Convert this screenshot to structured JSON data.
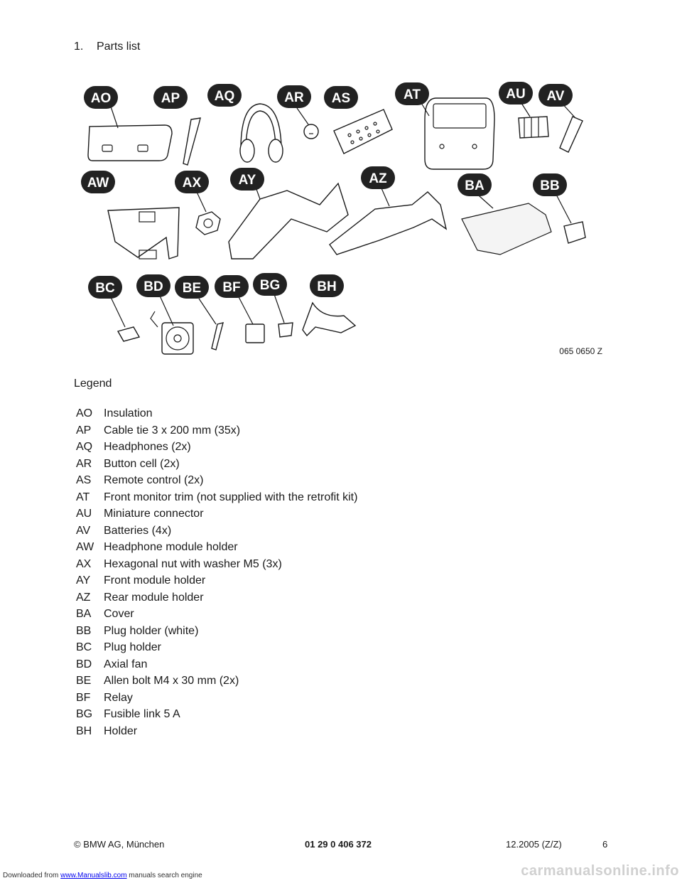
{
  "section": {
    "number": "1.",
    "title": "Parts list"
  },
  "figure": {
    "code": "065 0650 Z",
    "labels": [
      "AO",
      "AP",
      "AQ",
      "AR",
      "AS",
      "AT",
      "AU",
      "AV",
      "AW",
      "AX",
      "AY",
      "AZ",
      "BA",
      "BB",
      "BC",
      "BD",
      "BE",
      "BF",
      "BG",
      "BH"
    ]
  },
  "legend": {
    "heading": "Legend",
    "items": [
      {
        "code": "AO",
        "text": "Insulation"
      },
      {
        "code": "AP",
        "text": "Cable tie 3 x 200 mm (35x)"
      },
      {
        "code": "AQ",
        "text": "Headphones (2x)"
      },
      {
        "code": "AR",
        "text": "Button cell (2x)"
      },
      {
        "code": "AS",
        "text": "Remote control (2x)"
      },
      {
        "code": "AT",
        "text": "Front monitor trim (not supplied with the retrofit kit)"
      },
      {
        "code": "AU",
        "text": "Miniature connector"
      },
      {
        "code": "AV",
        "text": "Batteries (4x)"
      },
      {
        "code": "AW",
        "text": "Headphone module holder"
      },
      {
        "code": "AX",
        "text": "Hexagonal nut with washer M5 (3x)"
      },
      {
        "code": "AY",
        "text": "Front module holder"
      },
      {
        "code": "AZ",
        "text": "Rear module holder"
      },
      {
        "code": "BA",
        "text": "Cover"
      },
      {
        "code": "BB",
        "text": "Plug holder (white)"
      },
      {
        "code": "BC",
        "text": "Plug holder"
      },
      {
        "code": "BD",
        "text": "Axial fan"
      },
      {
        "code": "BE",
        "text": "Allen bolt M4 x 30 mm (2x)"
      },
      {
        "code": "BF",
        "text": "Relay"
      },
      {
        "code": "BG",
        "text": "Fusible link 5 A"
      },
      {
        "code": "BH",
        "text": "Holder"
      }
    ]
  },
  "footer": {
    "copyright": "© BMW AG, München",
    "doc_number": "01 29 0 406 372",
    "date": "12.2005 (Z/Z)",
    "page": "6"
  },
  "download": {
    "prefix": "Downloaded from ",
    "link_text": "www.Manualslib.com",
    "suffix": " manuals search engine"
  },
  "watermark": "carmanualsonline.info"
}
